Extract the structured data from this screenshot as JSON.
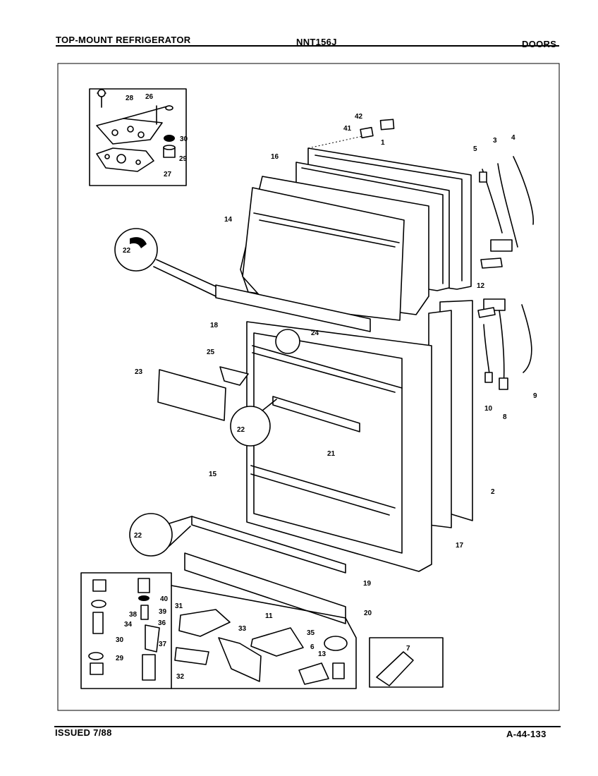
{
  "header": {
    "left_title": "TOP-MOUNT REFRIGERATOR",
    "model": "NNT156J",
    "section": "DOORS"
  },
  "footer": {
    "issued": "ISSUED 7/88",
    "code": "A-44-133"
  },
  "callouts": [
    "28",
    "26",
    "30",
    "29",
    "27",
    "42",
    "41",
    "1",
    "16",
    "5",
    "3",
    "4",
    "14",
    "22",
    "12",
    "18",
    "24",
    "25",
    "23",
    "10",
    "8",
    "9",
    "21",
    "15",
    "2",
    "17",
    "19",
    "20",
    "40",
    "39",
    "38",
    "34",
    "36",
    "30",
    "37",
    "29",
    "31",
    "33",
    "11",
    "35",
    "13",
    "6",
    "32",
    "7",
    "22",
    "22"
  ]
}
